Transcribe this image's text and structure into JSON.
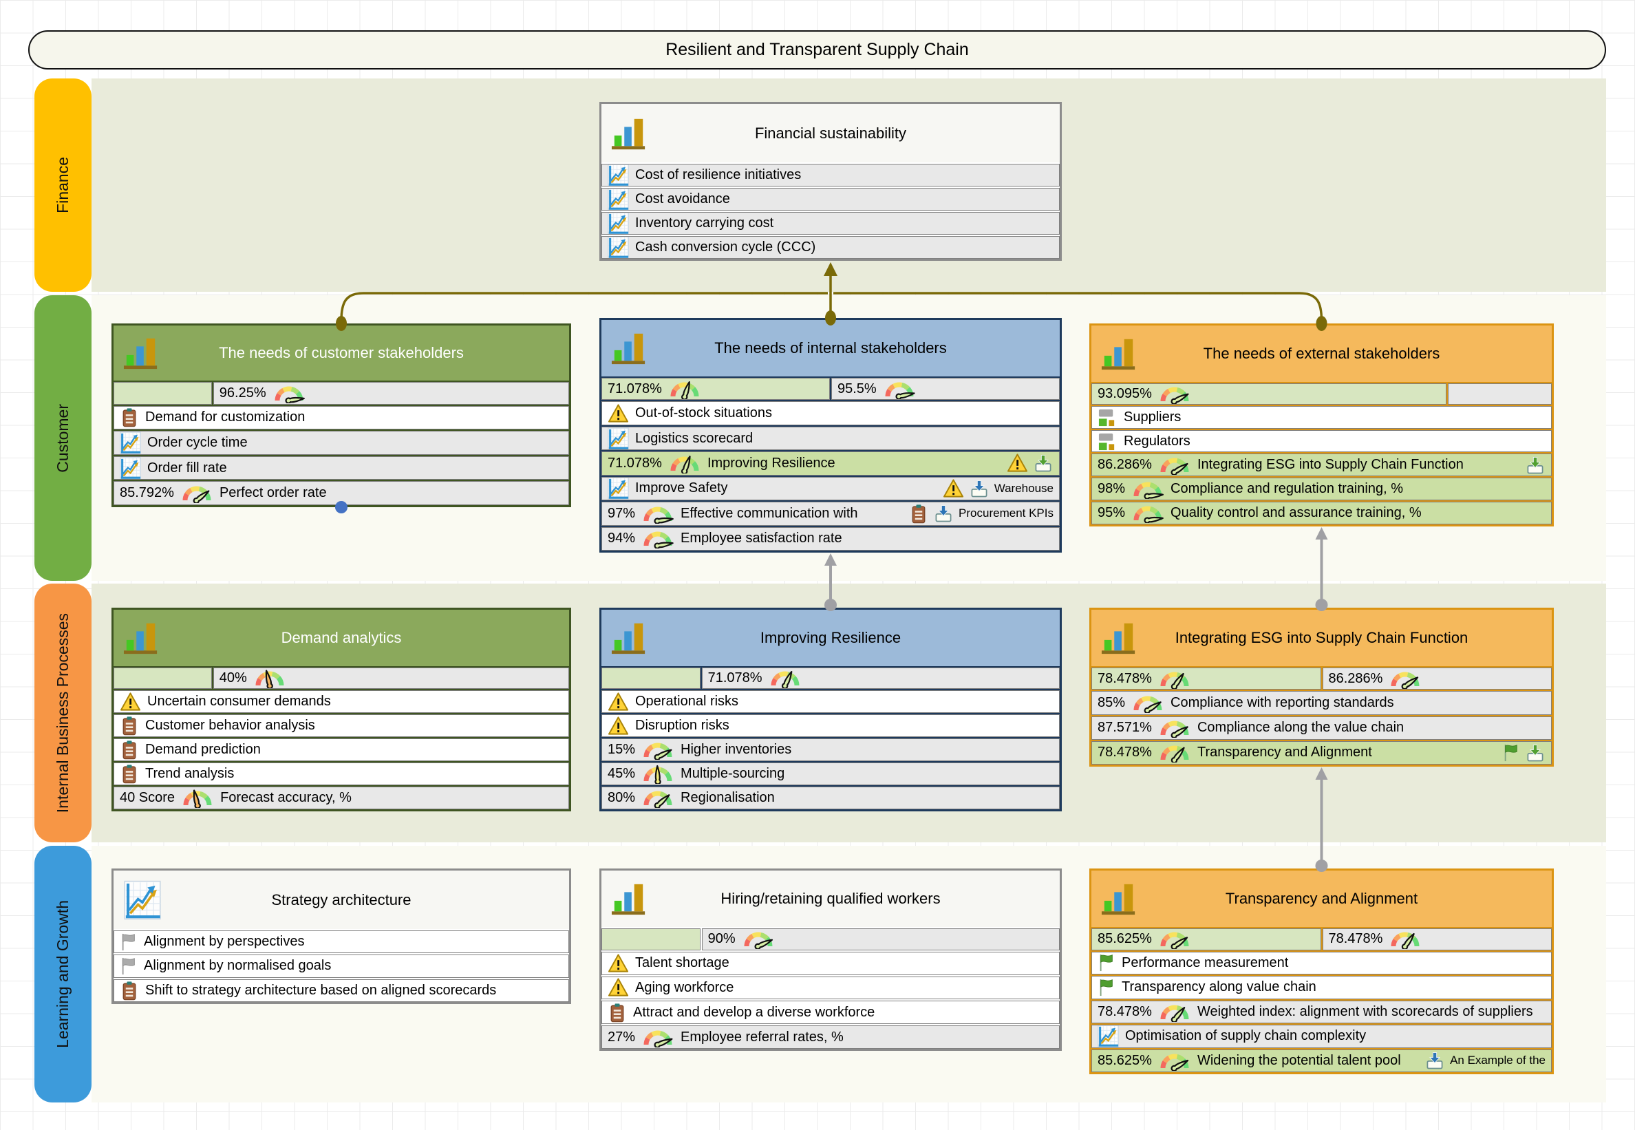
{
  "title": "Resilient and Transparent Supply Chain",
  "perspectives": [
    {
      "label": "Finance",
      "color": "#FFC000",
      "band_color": "#E9EBDA"
    },
    {
      "label": "Customer",
      "color": "#72AE44",
      "band_color": "#FAFAF2"
    },
    {
      "label": "Internal Business Processes",
      "color": "#F79645",
      "band_color": "#E9EBDA"
    },
    {
      "label": "Learning and Growth",
      "color": "#3D9BDB",
      "band_color": "#FAFAF2"
    }
  ],
  "colors": {
    "theme_white": {
      "border": "#8C8C8C",
      "frame": "#FFFFFF",
      "header": "#F7F7F3",
      "title_text": "#000000"
    },
    "theme_green": {
      "border": "#3F5522",
      "frame": "#3F5522",
      "header": "#8BA95C",
      "title_text": "#FFFFFF"
    },
    "theme_blue": {
      "border": "#1E3A5C",
      "frame": "#1E3A5C",
      "header": "#9CBAD9",
      "title_text": "#000000"
    },
    "theme_orange": {
      "border": "#DB9412",
      "frame": "#DB9412",
      "header": "#F5B95C",
      "title_text": "#000000"
    },
    "connector_olive": "#7A6A08",
    "connector_gray": "#A0A0A4",
    "anchor_blue": "#4472C4",
    "gauge_arc": [
      "#F4685E",
      "#F9A25C",
      "#F8E25C",
      "#ACDF6E",
      "#67DB76"
    ],
    "needle_green": "#D9EFA8",
    "needle_orange": "#F6B661",
    "needle_yellow": "#F3EE7D"
  },
  "cards": [
    {
      "id": "financial",
      "title": "Financial sustainability",
      "theme": "white",
      "icon": "bar-chart",
      "rows": [
        {
          "bg": "gray",
          "icon": "line-chart",
          "label": "Cost of resilience initiatives"
        },
        {
          "bg": "gray",
          "icon": "line-chart",
          "label": "Cost avoidance"
        },
        {
          "bg": "gray",
          "icon": "line-chart",
          "label": "Inventory carrying cost"
        },
        {
          "bg": "gray",
          "icon": "line-chart",
          "label": "Cash conversion cycle (CCC)"
        }
      ]
    },
    {
      "id": "customer",
      "title": "The needs of customer stakeholders",
      "theme": "green",
      "icon": "bar-chart",
      "rows": [
        {
          "split": [
            {
              "bg": "cell-green",
              "width": 20
            },
            {
              "bg": "gray",
              "width": 80,
              "value": "96.25%",
              "gauge": {
                "angle": 8,
                "needle": "green"
              }
            }
          ]
        },
        {
          "bg": "white",
          "icon": "clipboard",
          "label": "Demand for customization"
        },
        {
          "bg": "gray",
          "icon": "line-chart",
          "label": "Order cycle time"
        },
        {
          "bg": "gray",
          "icon": "line-chart",
          "label": "Order fill rate"
        },
        {
          "bg": "gray",
          "value": "85.792%",
          "gauge": {
            "angle": 38,
            "needle": "green"
          },
          "label": "Perfect order rate"
        }
      ]
    },
    {
      "id": "internal",
      "title": "The needs of internal stakeholders",
      "theme": "blue",
      "icon": "bar-chart",
      "rows": [
        {
          "split": [
            {
              "bg": "cell-green",
              "width": 50,
              "value": "71.078%",
              "gauge": {
                "angle": 72,
                "needle": "green"
              }
            },
            {
              "bg": "gray",
              "width": 50,
              "value": "95.5%",
              "gauge": {
                "angle": 12,
                "needle": "green"
              }
            }
          ]
        },
        {
          "bg": "white",
          "icon": "warning",
          "label": "Out-of-stock situations"
        },
        {
          "bg": "gray",
          "icon": "line-chart",
          "label": "Logistics scorecard"
        },
        {
          "bg": "green",
          "value": "71.078%",
          "gauge": {
            "angle": 70,
            "needle": "green"
          },
          "label": "Improving Resilience",
          "right": [
            {
              "icon": "warning"
            },
            {
              "icon": "download-green"
            }
          ]
        },
        {
          "bg": "gray",
          "icon": "line-chart",
          "label": "Improve Safety",
          "right": [
            {
              "icon": "warning"
            },
            {
              "icon": "download-blue"
            },
            {
              "label": "Warehouse"
            }
          ]
        },
        {
          "bg": "gray",
          "value": "97%",
          "gauge": {
            "angle": 8,
            "needle": "green"
          },
          "label": "Effective communication with",
          "right": [
            {
              "icon": "clipboard"
            },
            {
              "icon": "download-blue"
            },
            {
              "label": "Procurement KPIs"
            }
          ]
        },
        {
          "bg": "gray",
          "value": "94%",
          "gauge": {
            "angle": 10,
            "needle": "green"
          },
          "label": "Employee satisfaction rate"
        }
      ]
    },
    {
      "id": "external",
      "title": "The needs of external stakeholders",
      "theme": "orange",
      "icon": "bar-chart",
      "rows": [
        {
          "split": [
            {
              "bg": "cell-green",
              "width": 79,
              "value": "93.095%",
              "gauge": {
                "angle": 28,
                "needle": "green"
              }
            },
            {
              "bg": "gray",
              "width": 21
            }
          ]
        },
        {
          "bg": "white",
          "icon": "org",
          "label": "Suppliers"
        },
        {
          "bg": "white",
          "icon": "org",
          "label": "Regulators"
        },
        {
          "bg": "green",
          "value": "86.286%",
          "gauge": {
            "angle": 33,
            "needle": "green"
          },
          "label": "Integrating ESG into Supply Chain Function",
          "right": [
            {
              "icon": "download-green"
            }
          ]
        },
        {
          "bg": "green",
          "value": "98%",
          "gauge": {
            "angle": 6,
            "needle": "green"
          },
          "label": "Compliance and regulation training, %"
        },
        {
          "bg": "green",
          "value": "95%",
          "gauge": {
            "angle": 8,
            "needle": "green"
          },
          "label": "Quality control and assurance training, %"
        }
      ]
    },
    {
      "id": "demand",
      "title": "Demand analytics",
      "theme": "green",
      "icon": "bar-chart",
      "rows": [
        {
          "split": [
            {
              "bg": "cell-green",
              "width": 20
            },
            {
              "bg": "gray",
              "width": 80,
              "value": "40%",
              "gauge": {
                "angle": 103,
                "needle": "orange"
              }
            }
          ]
        },
        {
          "bg": "white",
          "icon": "warning",
          "label": "Uncertain consumer demands"
        },
        {
          "bg": "white",
          "icon": "clipboard",
          "label": "Customer behavior analysis"
        },
        {
          "bg": "white",
          "icon": "clipboard",
          "label": "Demand prediction"
        },
        {
          "bg": "white",
          "icon": "clipboard",
          "label": "Trend analysis"
        },
        {
          "bg": "gray",
          "value": "40 Score",
          "gauge": {
            "angle": 103,
            "needle": "orange"
          },
          "label": "Forecast accuracy, %"
        }
      ]
    },
    {
      "id": "resilience",
      "title": "Improving Resilience",
      "theme": "blue",
      "icon": "bar-chart",
      "rows": [
        {
          "split": [
            {
              "bg": "cell-green",
              "width": 20
            },
            {
              "bg": "gray",
              "width": 80,
              "value": "71.078%",
              "gauge": {
                "angle": 65,
                "needle": "green"
              }
            }
          ]
        },
        {
          "bg": "white",
          "icon": "warning",
          "label": "Operational risks"
        },
        {
          "bg": "white",
          "icon": "warning",
          "label": "Disruption risks"
        },
        {
          "bg": "gray",
          "value": "15%",
          "gauge": {
            "angle": 28,
            "needle": "green"
          },
          "label": "Higher inventories"
        },
        {
          "bg": "gray",
          "value": "45%",
          "gauge": {
            "angle": 92,
            "needle": "yellow"
          },
          "label": "Multiple-sourcing"
        },
        {
          "bg": "gray",
          "value": "80%",
          "gauge": {
            "angle": 42,
            "needle": "green"
          },
          "label": "Regionalisation"
        }
      ]
    },
    {
      "id": "esg",
      "title": "Integrating ESG into Supply Chain Function",
      "theme": "orange",
      "icon": "bar-chart",
      "rows": [
        {
          "split": [
            {
              "bg": "cell-green",
              "width": 50,
              "value": "78.478%",
              "gauge": {
                "angle": 55,
                "needle": "green"
              }
            },
            {
              "bg": "gray",
              "width": 50,
              "value": "86.286%",
              "gauge": {
                "angle": 35,
                "needle": "green"
              }
            }
          ]
        },
        {
          "bg": "gray",
          "value": "85%",
          "gauge": {
            "angle": 32,
            "needle": "green"
          },
          "label": "Compliance with reporting standards"
        },
        {
          "bg": "gray",
          "value": "87.571%",
          "gauge": {
            "angle": 32,
            "needle": "green"
          },
          "label": "Compliance along the value chain"
        },
        {
          "bg": "green",
          "value": "78.478%",
          "gauge": {
            "angle": 52,
            "needle": "green"
          },
          "label": "Transparency and Alignment",
          "right": [
            {
              "icon": "flag-green"
            },
            {
              "icon": "download-green"
            }
          ]
        }
      ]
    },
    {
      "id": "strategy",
      "title": "Strategy architecture",
      "theme": "white",
      "icon": "line-chart-big",
      "rows": [
        {
          "bg": "white",
          "icon": "flag-gray",
          "label": "Alignment by perspectives"
        },
        {
          "bg": "white",
          "icon": "flag-gray",
          "label": "Alignment by normalised goals"
        },
        {
          "bg": "white",
          "icon": "clipboard",
          "label": "Shift to strategy architecture based on aligned scorecards"
        }
      ]
    },
    {
      "id": "hiring",
      "title": "Hiring/retaining qualified workers",
      "theme": "white",
      "icon": "bar-chart",
      "rows": [
        {
          "split": [
            {
              "bg": "cell-green",
              "width": 20
            },
            {
              "bg": "gray",
              "width": 80,
              "value": "90%",
              "gauge": {
                "angle": 25,
                "needle": "green"
              }
            }
          ]
        },
        {
          "bg": "white",
          "icon": "warning",
          "label": "Talent shortage"
        },
        {
          "bg": "white",
          "icon": "warning",
          "label": "Aging workforce"
        },
        {
          "bg": "white",
          "icon": "clipboard",
          "label": "Attract and develop a diverse workforce"
        },
        {
          "bg": "gray",
          "value": "27%",
          "gauge": {
            "angle": 22,
            "needle": "green"
          },
          "label": "Employee referral rates, %"
        }
      ]
    },
    {
      "id": "transparency",
      "title": "Transparency and Alignment",
      "theme": "orange",
      "icon": "bar-chart",
      "rows": [
        {
          "split": [
            {
              "bg": "cell-green",
              "width": 50,
              "value": "85.625%",
              "gauge": {
                "angle": 35,
                "needle": "green"
              }
            },
            {
              "bg": "gray",
              "width": 50,
              "value": "78.478%",
              "gauge": {
                "angle": 55,
                "needle": "green"
              }
            }
          ]
        },
        {
          "bg": "white",
          "icon": "flag-green",
          "label": "Performance measurement"
        },
        {
          "bg": "white",
          "icon": "flag-green",
          "label": "Transparency along value chain"
        },
        {
          "bg": "gray",
          "value": "78.478%",
          "gauge": {
            "angle": 50,
            "needle": "green"
          },
          "label": "Weighted index: alignment with scorecards of suppliers"
        },
        {
          "bg": "gray",
          "icon": "line-chart",
          "label": "Optimisation of supply chain complexity"
        },
        {
          "bg": "green",
          "value": "85.625%",
          "gauge": {
            "angle": 30,
            "needle": "green"
          },
          "label": "Widening the potential talent pool",
          "right": [
            {
              "icon": "download-blue"
            },
            {
              "label": "An Example of the"
            }
          ]
        }
      ]
    }
  ],
  "connectors": [
    {
      "from": "customer",
      "to": "financial",
      "style": "olive"
    },
    {
      "from": "internal",
      "to": "financial",
      "style": "olive"
    },
    {
      "from": "external",
      "to": "financial",
      "style": "olive"
    },
    {
      "from": "resilience",
      "to": "internal",
      "style": "gray"
    },
    {
      "from": "esg",
      "to": "external",
      "style": "gray"
    },
    {
      "from": "transparency",
      "to": "esg",
      "style": "gray"
    }
  ]
}
